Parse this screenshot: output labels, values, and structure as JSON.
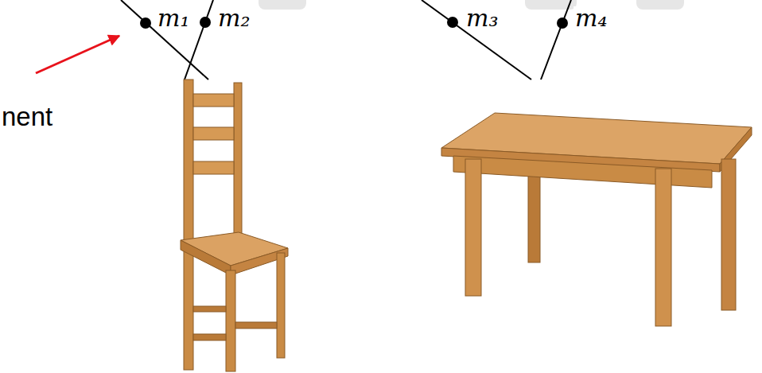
{
  "diagram": {
    "labels": [
      "m₁",
      "m₂",
      "m₃",
      "m₄",
      "nent"
    ]
  }
}
